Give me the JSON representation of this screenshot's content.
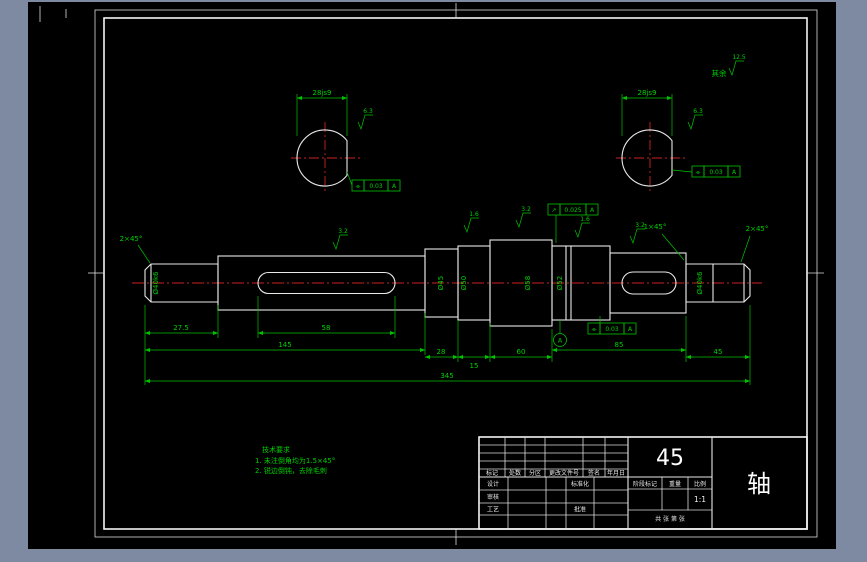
{
  "colors": {
    "margin_background": "#7d8aa2",
    "canvas": "#000000",
    "frame_line": "#f0f0f0",
    "dimension_green": "#00c300",
    "centerline_red": "#cc2222",
    "text_white": "#ffffff"
  },
  "others": {
    "label": "其余",
    "value": "12.5"
  },
  "detail_left": {
    "dim": "28js9",
    "roughness": "6.3",
    "fcf": [
      "⌯",
      "0.03",
      "A"
    ]
  },
  "detail_right": {
    "dim": "28js9",
    "roughness": "6.3",
    "fcf": [
      "⌯",
      "0.03",
      "A"
    ]
  },
  "shaft": {
    "chamfer_left": "2×45°",
    "chamfer_right": "2×45°",
    "chamfer_mid": "1×45°",
    "fcf_top": [
      "↗",
      "0.025",
      "A"
    ],
    "fcf_bottom": [
      "⌯",
      "0.03",
      "A"
    ],
    "datum": "A",
    "roughness_marks": [
      "3.2",
      "1.6",
      "3.2",
      "1.6",
      "3.2"
    ],
    "diameters": [
      "Ø40k6",
      "Ø45",
      "Ø50",
      "Ø58",
      "Ø52",
      "Ø40k6"
    ],
    "dims": {
      "d27_5": "27.5",
      "d58": "58",
      "d145": "145",
      "d85": "85",
      "d28": "28",
      "d15": "15",
      "d60": "60",
      "d45": "45",
      "d345": "345"
    }
  },
  "notes": {
    "title": "技术要求",
    "line1": "1. 未注倒角均为1.5×45°",
    "line2": "2. 锐边倒钝，去除毛刺"
  },
  "title_block": {
    "material": "45",
    "part_name": "轴",
    "scale_value": "1:1",
    "sheet_info": "共 张 第 张",
    "rev_headers": [
      "标记",
      "处数",
      "分区",
      "更改文件号",
      "签名",
      "年月日"
    ],
    "sig_labels": {
      "design": "设计",
      "check": "审核",
      "process": "工艺",
      "standard": "标准化",
      "approve": "批准"
    },
    "mid_headers": [
      "阶段标记",
      "重量",
      "比例"
    ]
  }
}
